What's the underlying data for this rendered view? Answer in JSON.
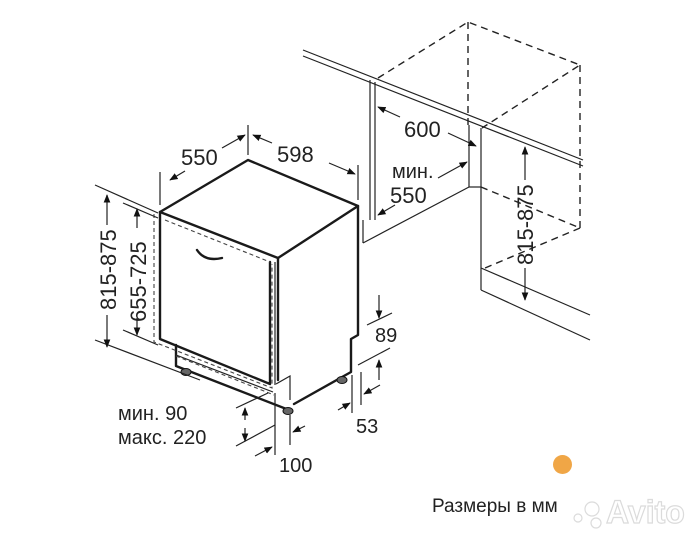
{
  "diagram": {
    "subject": "built-in dishwasher installation dimensions",
    "caption": "Размеры в мм",
    "dimensions": {
      "depth": "550",
      "width": "598",
      "niche_width": "600",
      "niche_depth_label": "мин.",
      "niche_depth_value": "550",
      "niche_height": "815-875",
      "height_total": "815-875",
      "height_front": "655-725",
      "plinth_height_min": "мин. 90",
      "plinth_height_max": "макс. 220",
      "plinth_depth": "100",
      "vent_gap": "89",
      "foot_offset": "53"
    },
    "accent_color": "#f0a646",
    "watermark": "Avito"
  }
}
